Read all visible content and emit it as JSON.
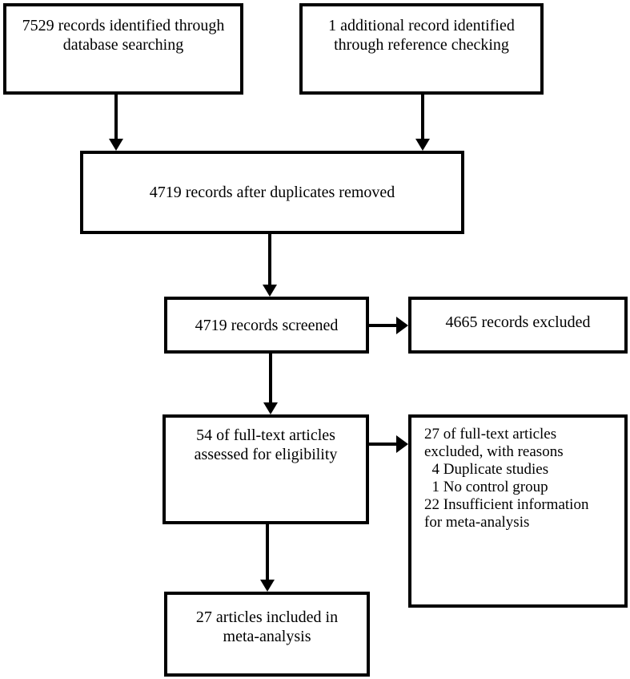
{
  "figure": {
    "kind": "prisma-flow-diagram",
    "colors": {
      "line": "#000000",
      "background": "#ffffff",
      "text": "#000000"
    },
    "boxes": {
      "records_identified": {
        "lines": [
          "7529 records identified through",
          "database searching"
        ]
      },
      "additional_records": {
        "lines": [
          "1 additional record identified",
          "through reference checking"
        ]
      },
      "after_duplicates": {
        "lines": [
          "4719 records after duplicates removed"
        ]
      },
      "records_screened": {
        "lines": [
          "4719 records screened"
        ]
      },
      "records_excluded": {
        "lines": [
          "4665 records excluded"
        ]
      },
      "fulltext_assessed": {
        "lines": [
          "54 of full-text articles",
          "assessed for eligibility"
        ]
      },
      "fulltext_excluded": {
        "lines": [
          "27 of full-text articles",
          "excluded, with reasons",
          "  4 Duplicate studies",
          "  1 No control group",
          "22 Insufficient information",
          "for meta-analysis"
        ]
      },
      "included_meta_analysis": {
        "lines": [
          "27 articles included in",
          "meta-analysis"
        ]
      }
    }
  }
}
